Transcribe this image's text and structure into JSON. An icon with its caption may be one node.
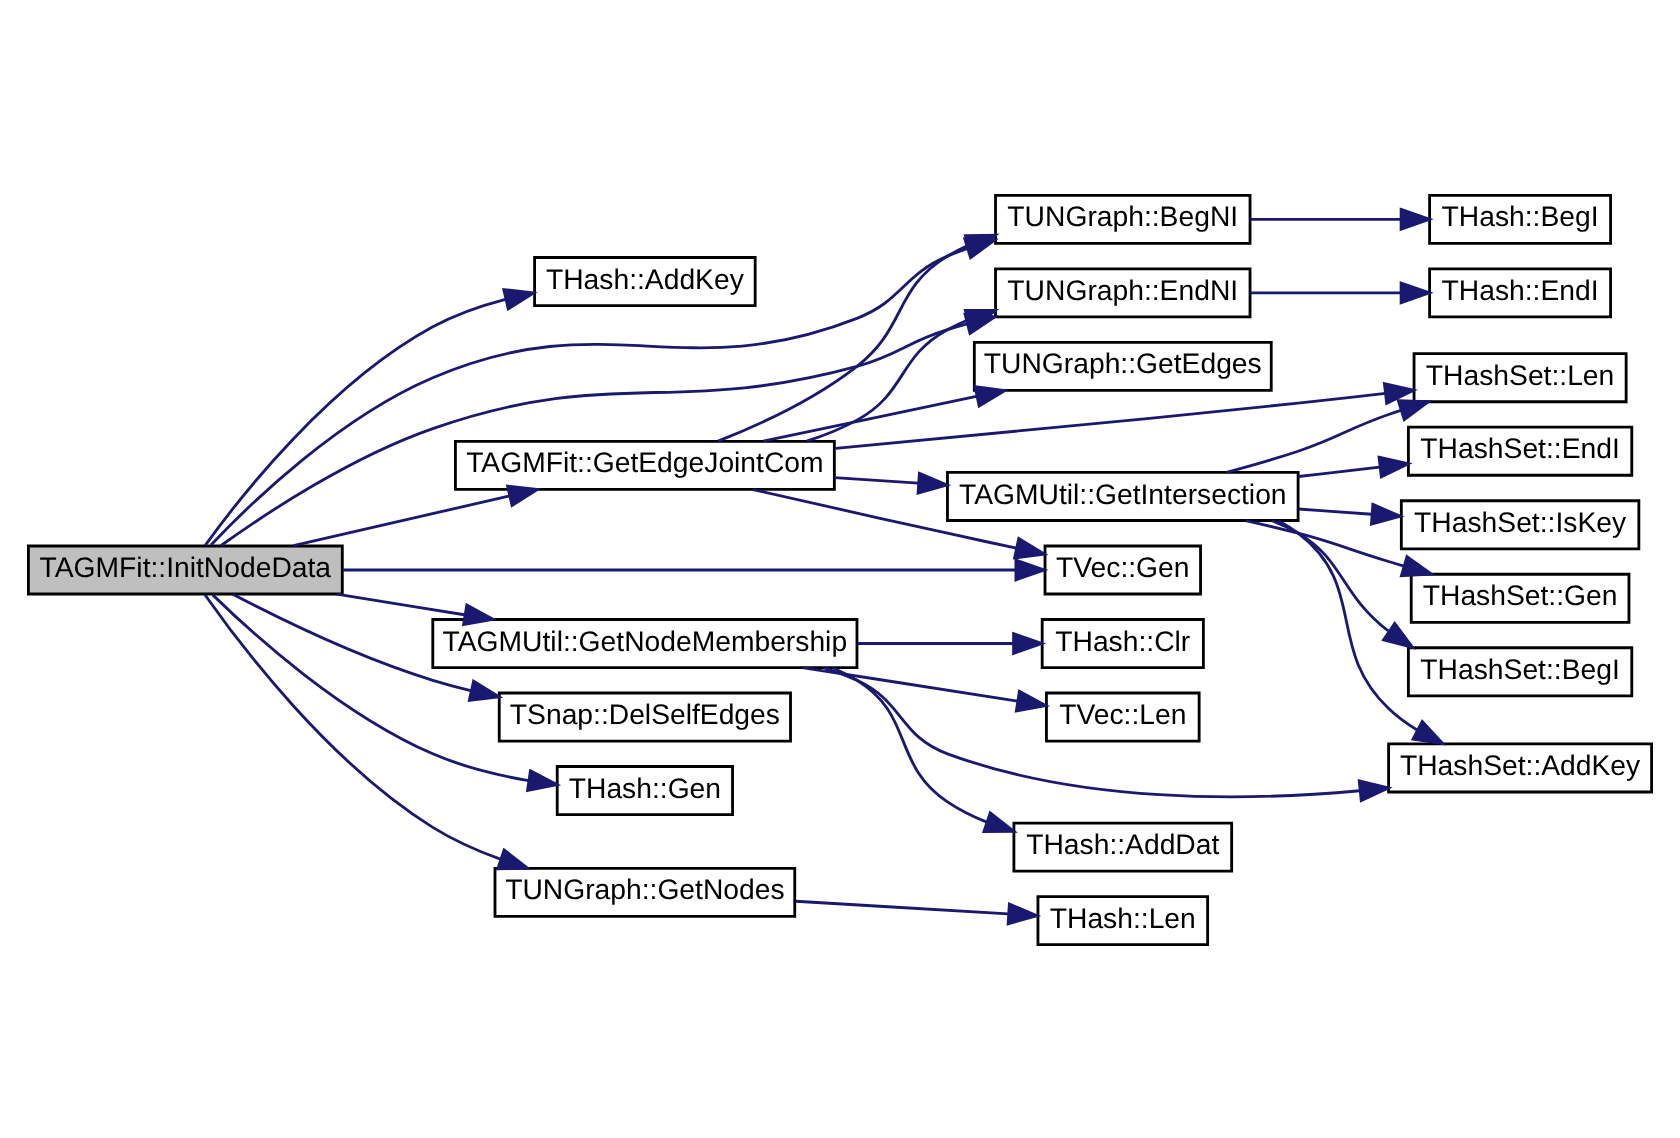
{
  "diagram": {
    "nodes": [
      {
        "text": [
          "TAGMFit::InitNodeData"
        ]
      },
      {
        "text": [
          "THash::AddKey"
        ]
      },
      {
        "text": [
          "TUNGraph::BegNI"
        ]
      },
      {
        "text": [
          "THash::BegI"
        ]
      },
      {
        "text": [
          "TUNGraph::EndNI"
        ]
      },
      {
        "text": [
          "THash::EndI"
        ]
      },
      {
        "text": [
          "TAGMFit::GetEdgeJointCom"
        ]
      },
      {
        "text": [
          "TUNGraph::GetEdges"
        ]
      },
      {
        "text": [
          "THashSet::Len"
        ]
      },
      {
        "text": [
          "TAGMUtil::GetIntersection"
        ]
      },
      {
        "text": [
          "THashSet::BegI"
        ]
      },
      {
        "text": [
          "THashSet::EndI"
        ]
      },
      {
        "text": [
          "THashSet::IsKey"
        ]
      },
      {
        "text": [
          "THashSet::Gen"
        ]
      },
      {
        "text": [
          "THashSet::AddKey"
        ]
      },
      {
        "text": [
          "TVec::Gen"
        ]
      },
      {
        "text": [
          "TAGMUtil::GetNodeMembership"
        ]
      },
      {
        "text": [
          "THash::AddDat"
        ]
      },
      {
        "text": [
          "TSnap::DelSelfEdges"
        ]
      },
      {
        "text": [
          "THash::Gen"
        ]
      },
      {
        "text": [
          "THash::Clr"
        ]
      },
      {
        "text": [
          "TVec::Len"
        ]
      },
      {
        "text": [
          "TUNGraph::GetNodes"
        ]
      },
      {
        "text": [
          "THash::Len"
        ]
      }
    ],
    "edges": [
      {
        "from": 0,
        "to": 1,
        "arrow": "to"
      },
      {
        "from": 0,
        "to": 2,
        "arrow": "to"
      },
      {
        "from": 0,
        "to": 4,
        "arrow": "to"
      },
      {
        "from": 0,
        "to": 6,
        "arrow": "to"
      },
      {
        "from": 0,
        "to": 15,
        "arrow": "to"
      },
      {
        "from": 0,
        "to": 16,
        "arrow": "to"
      },
      {
        "from": 0,
        "to": 18,
        "arrow": "to"
      },
      {
        "from": 0,
        "to": 19,
        "arrow": "to"
      },
      {
        "from": 0,
        "to": 22,
        "arrow": "to"
      },
      {
        "from": 2,
        "to": 3,
        "arrow": "to"
      },
      {
        "from": 4,
        "to": 5,
        "arrow": "to"
      },
      {
        "from": 6,
        "to": 2,
        "arrow": "to"
      },
      {
        "from": 6,
        "to": 4,
        "arrow": "to"
      },
      {
        "from": 6,
        "to": 7,
        "arrow": "to"
      },
      {
        "from": 6,
        "to": 8,
        "arrow": "to"
      },
      {
        "from": 6,
        "to": 9,
        "arrow": "to"
      },
      {
        "from": 6,
        "to": 15,
        "arrow": "to"
      },
      {
        "from": 9,
        "to": 8,
        "arrow": "to"
      },
      {
        "from": 9,
        "to": 10,
        "arrow": "to"
      },
      {
        "from": 9,
        "to": 11,
        "arrow": "to"
      },
      {
        "from": 9,
        "to": 12,
        "arrow": "to"
      },
      {
        "from": 9,
        "to": 13,
        "arrow": "to"
      },
      {
        "from": 9,
        "to": 14,
        "arrow": "to"
      },
      {
        "from": 16,
        "to": 17,
        "arrow": "to"
      },
      {
        "from": 16,
        "to": 14,
        "arrow": "to"
      },
      {
        "from": 16,
        "to": 20,
        "arrow": "to"
      },
      {
        "from": 16,
        "to": 21,
        "arrow": "to"
      },
      {
        "from": 22,
        "to": 23,
        "arrow": "to"
      }
    ]
  }
}
